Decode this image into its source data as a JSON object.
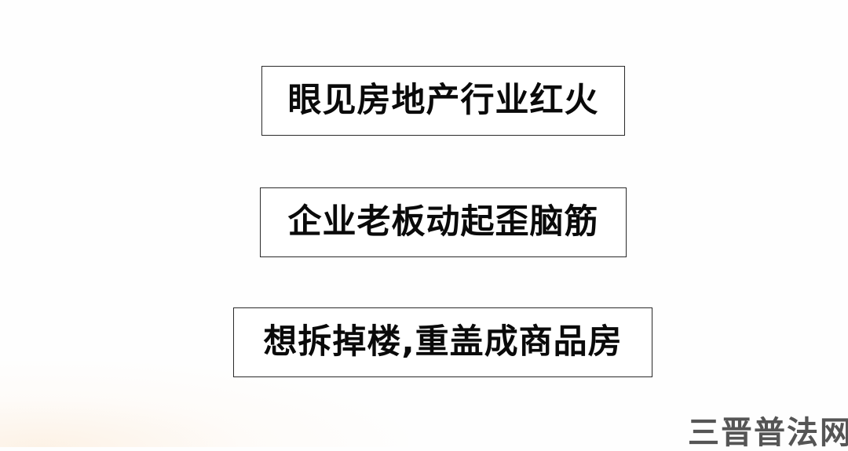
{
  "slide": {
    "background_color": "#fefefe",
    "captions": [
      {
        "text": "眼见房地产行业红火"
      },
      {
        "text": "企业老板动起歪脑筋"
      },
      {
        "text": "想拆掉楼,重盖成商品房"
      }
    ],
    "border_color": "#2a2a2a",
    "text_color": "#0a0a0a"
  },
  "watermark": {
    "text": "三晋普法网",
    "color": "#555555"
  }
}
